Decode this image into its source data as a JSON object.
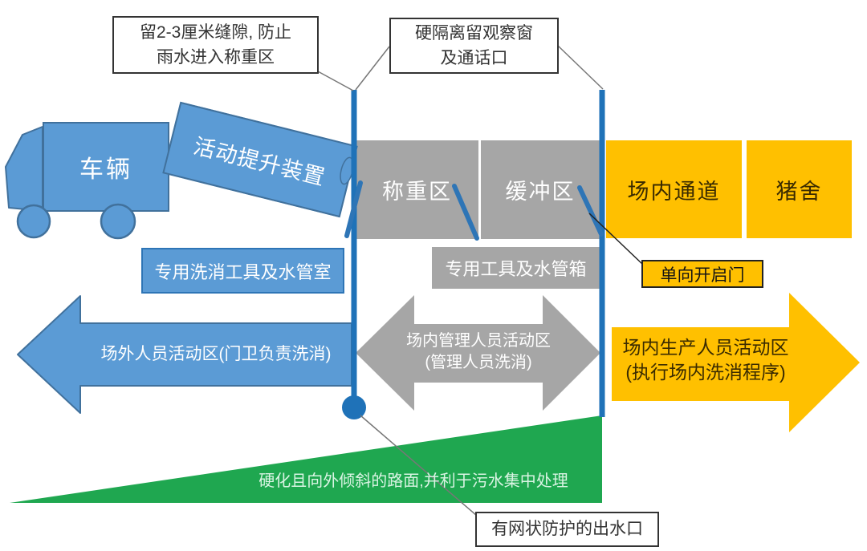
{
  "diagram_title": "pig-farm-entrance-biosecurity-layout",
  "colors": {
    "blue_fill": "#5b9bd5",
    "blue_border": "#41719c",
    "wall_blue": "#1f72b8",
    "gray_fill": "#a6a6a6",
    "yellow_fill": "#ffc000",
    "green_fill": "#1fa750",
    "dark_text_on_yellow": "#3a2b00",
    "callout_border": "#333333"
  },
  "callouts": {
    "gap_note": {
      "line1": "留2-3厘米缝隙, 防止",
      "line2": "雨水进入称重区"
    },
    "observation": {
      "line1": "硬隔离留观察窗",
      "line2": "及通话口"
    },
    "one_way_door": {
      "label": "单向开启门"
    },
    "outlet": {
      "label": "有网状防护的出水口"
    }
  },
  "vehicle": {
    "label": "车辆"
  },
  "lift_device": {
    "label": "活动提升装置"
  },
  "zones": {
    "weighing": {
      "label": "称重区"
    },
    "buffer": {
      "label": "缓冲区"
    },
    "passage": {
      "label": "场内通道"
    },
    "pigsty": {
      "label": "猪舍"
    }
  },
  "facilities": {
    "wash_room": {
      "label": "专用洗消工具及水管室"
    },
    "tool_box": {
      "label": "专用工具及水管箱"
    }
  },
  "flows": {
    "outside": {
      "label": "场外人员活动区(门卫负责洗消)"
    },
    "management": {
      "line1": "场内管理人员活动区",
      "line2": "(管理人员洗消)"
    },
    "production": {
      "line1": "场内生产人员活动区",
      "line2": "(执行场内洗消程序)"
    }
  },
  "ramp": {
    "label": "硬化且向外倾斜的路面,并利于污水集中处理"
  }
}
